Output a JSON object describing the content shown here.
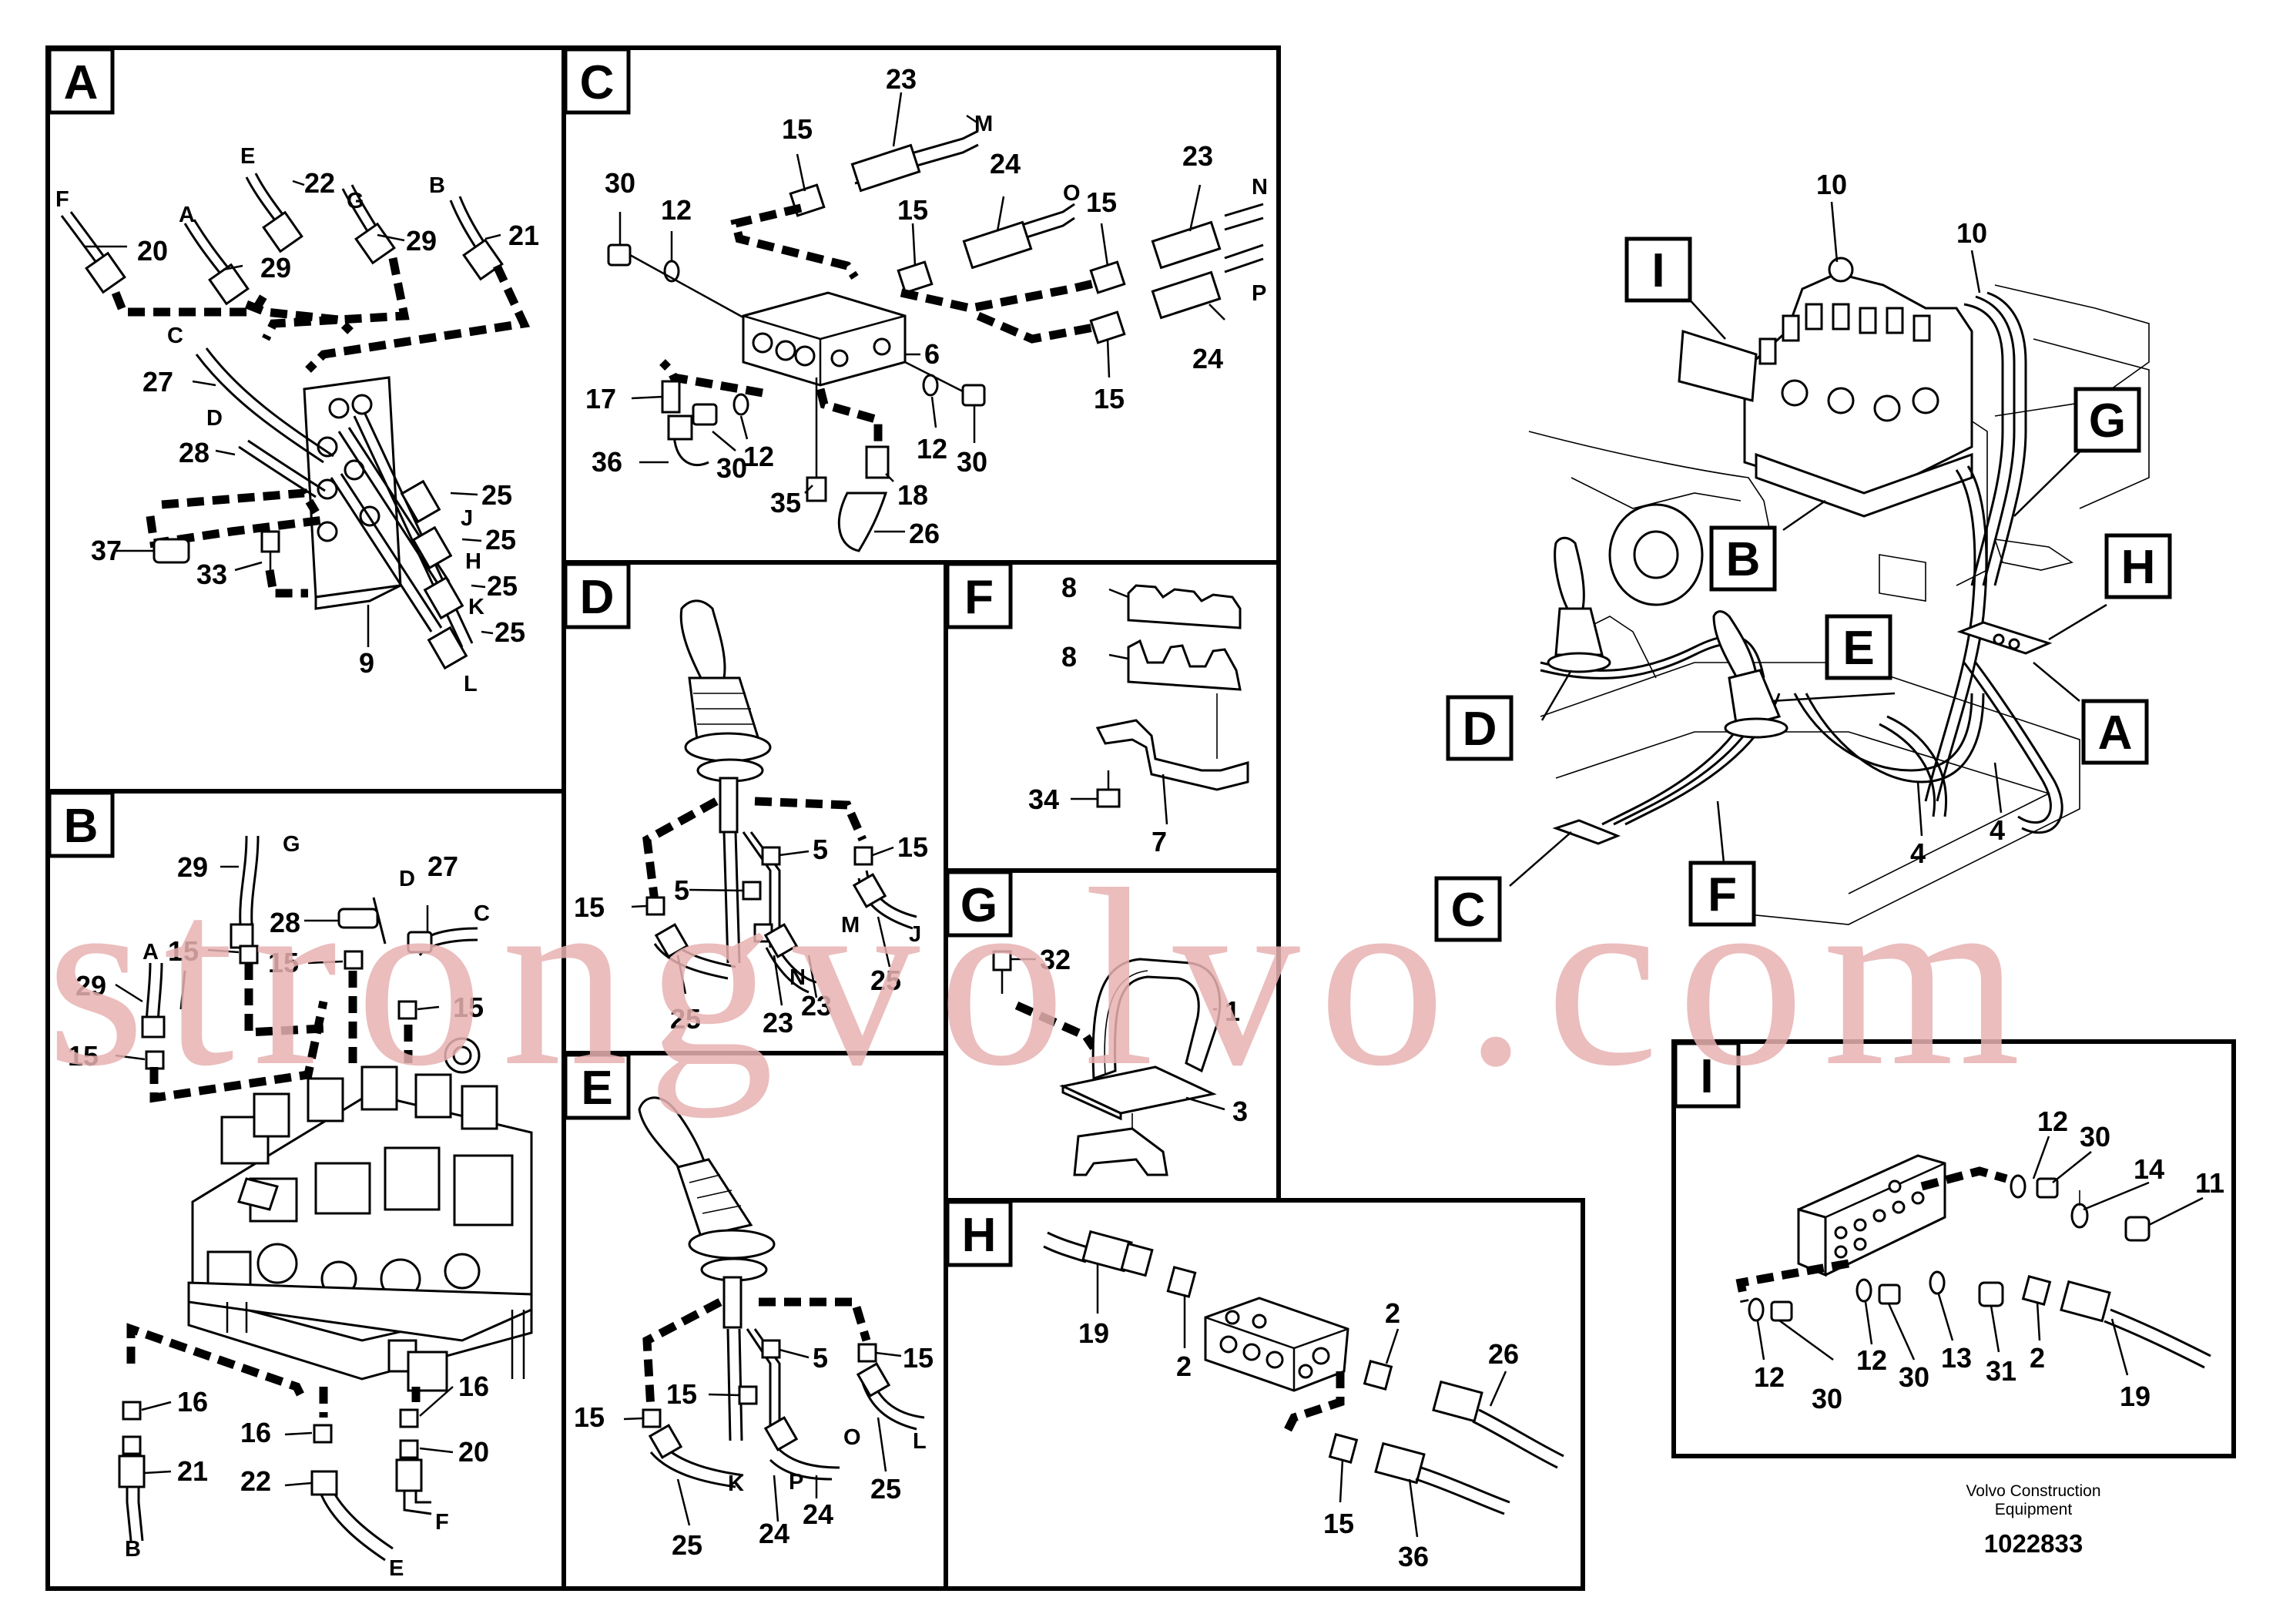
{
  "panels": {
    "A": {
      "tag": "A",
      "numbers": [
        "20",
        "22",
        "29",
        "29",
        "21",
        "27",
        "28",
        "25",
        "25",
        "25",
        "25",
        "37",
        "33",
        "9"
      ],
      "letters": [
        "F",
        "E",
        "A",
        "G",
        "B",
        "C",
        "D",
        "J",
        "H",
        "K",
        "L"
      ]
    },
    "B": {
      "tag": "B",
      "numbers": [
        "29",
        "28",
        "27",
        "15",
        "15",
        "29",
        "15",
        "15",
        "16",
        "21",
        "16",
        "22",
        "16",
        "20"
      ],
      "letters": [
        "G",
        "D",
        "C",
        "A",
        "B",
        "E",
        "F"
      ]
    },
    "C": {
      "tag": "C",
      "numbers": [
        "23",
        "15",
        "30",
        "12",
        "24",
        "15",
        "23",
        "15",
        "6",
        "24",
        "15",
        "17",
        "12",
        "12",
        "36",
        "30",
        "30",
        "35",
        "18",
        "26"
      ],
      "letters": [
        "M",
        "O",
        "N",
        "P"
      ]
    },
    "D": {
      "tag": "D",
      "numbers": [
        "5",
        "15",
        "15",
        "5",
        "25",
        "23",
        "23",
        "25"
      ],
      "letters": [
        "M",
        "J",
        "N"
      ]
    },
    "E": {
      "tag": "E",
      "numbers": [
        "5",
        "15",
        "15",
        "15",
        "25",
        "24",
        "24",
        "25"
      ],
      "letters": [
        "O",
        "L",
        "K",
        "P"
      ]
    },
    "F": {
      "tag": "F",
      "numbers": [
        "8",
        "8",
        "34",
        "7"
      ]
    },
    "G": {
      "tag": "G",
      "numbers": [
        "32",
        "1",
        "3"
      ]
    },
    "H": {
      "tag": "H",
      "numbers": [
        "19",
        "2",
        "2",
        "26",
        "15",
        "36"
      ]
    },
    "I": {
      "tag": "I",
      "numbers": [
        "12",
        "30",
        "14",
        "11",
        "12",
        "30",
        "12",
        "30",
        "13",
        "31",
        "2",
        "19"
      ]
    },
    "overview": {
      "numbers": [
        "10",
        "10",
        "4",
        "4"
      ],
      "callouts": [
        "I",
        "G",
        "B",
        "H",
        "E",
        "D",
        "A",
        "C",
        "F"
      ]
    }
  },
  "footer": {
    "company_line1": "Volvo Construction",
    "company_line2": "Equipment",
    "drawing_number": "1022833"
  },
  "watermark": "strongvolvo.com"
}
